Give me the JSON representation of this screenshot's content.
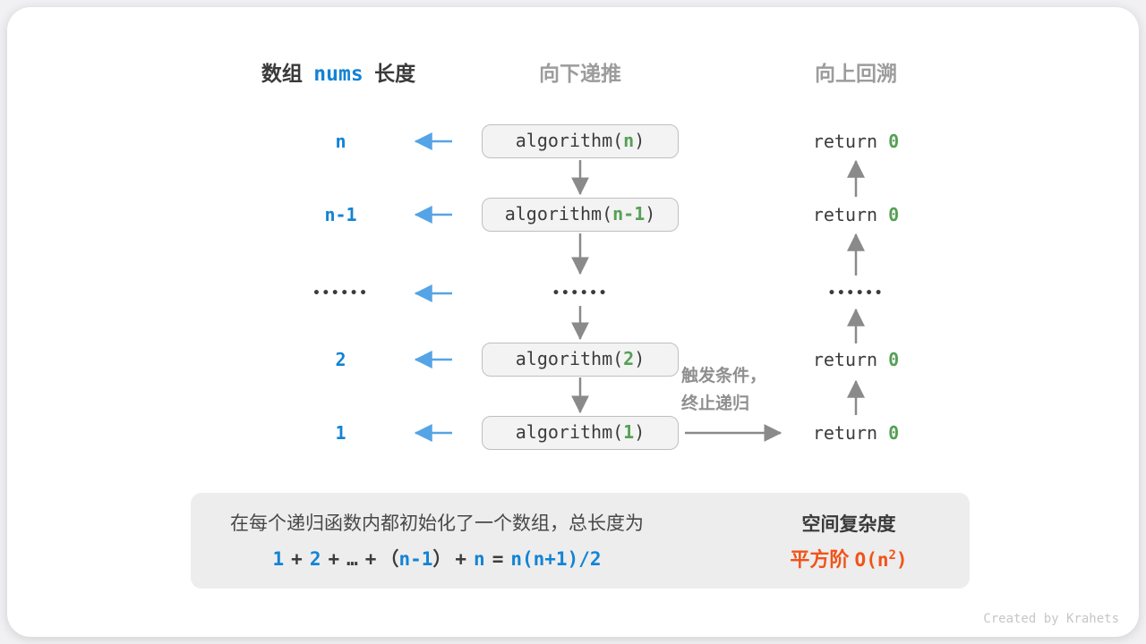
{
  "headers": {
    "left_prefix": "数组",
    "left_code": "nums",
    "left_suffix": "长度",
    "middle": "向下递推",
    "right": "向上回溯"
  },
  "rows": [
    {
      "label": "n",
      "arg": "n"
    },
    {
      "label": "n-1",
      "arg": "n-1"
    },
    {
      "left_dots": "••••••",
      "mid_dots": "••••••",
      "right_dots": "••••••"
    },
    {
      "label": "2",
      "arg": "2"
    },
    {
      "label": "1",
      "arg": "1"
    }
  ],
  "code": {
    "fn_open": "algorithm(",
    "fn_close": ")",
    "return_keyword": "return",
    "return_value": "0"
  },
  "note": {
    "line1": "触发条件，",
    "line2": "终止递归"
  },
  "summary": {
    "line1": "在每个递归函数内都初始化了一个数组，总长度为",
    "formula": {
      "t1": "1",
      "op1": "+",
      "t2": "2",
      "op2": "+",
      "ell": "…",
      "op3": "+",
      "po": "（",
      "t3": "n-1",
      "pc": "）",
      "op4": "+",
      "t4": "n",
      "eq": "=",
      "t5": "n(n+1)/2"
    },
    "result_title": "空间复杂度",
    "result_label": "平方阶",
    "result_expr_open": "O(n",
    "result_sup": "2",
    "result_expr_close": ")"
  },
  "credit": "Created by Krahets",
  "colors": {
    "blue_text": "#1383d4",
    "blue_arrow": "#55a4e6",
    "green_value": "#55a055",
    "gray_arrow": "#8a8a8a",
    "orange_result": "#f2531a",
    "box_fill": "#f3f3f3",
    "summary_fill": "#ededed"
  }
}
